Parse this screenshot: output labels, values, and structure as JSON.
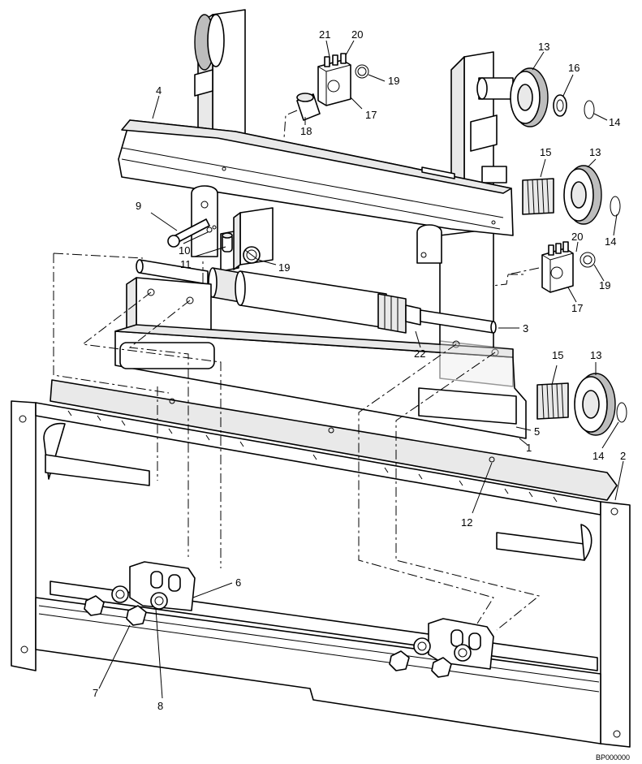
{
  "callouts": {
    "c1": "1",
    "c2": "2",
    "c3": "3",
    "c4": "4",
    "c5": "5",
    "c6": "6",
    "c7": "7",
    "c8": "8",
    "c9": "9",
    "c10": "10",
    "c11": "11",
    "c12": "12",
    "c13a": "13",
    "c13b": "13",
    "c13c": "13",
    "c14a": "14",
    "c14b": "14",
    "c14c": "14",
    "c15a": "15",
    "c15b": "15",
    "c16": "16",
    "c17a": "17",
    "c17b": "17",
    "c18": "18",
    "c19a": "19",
    "c19b": "19",
    "c19c": "19",
    "c20a": "20",
    "c20b": "20",
    "c21": "21",
    "c22": "22"
  },
  "footer": {
    "code": "BP000000"
  }
}
